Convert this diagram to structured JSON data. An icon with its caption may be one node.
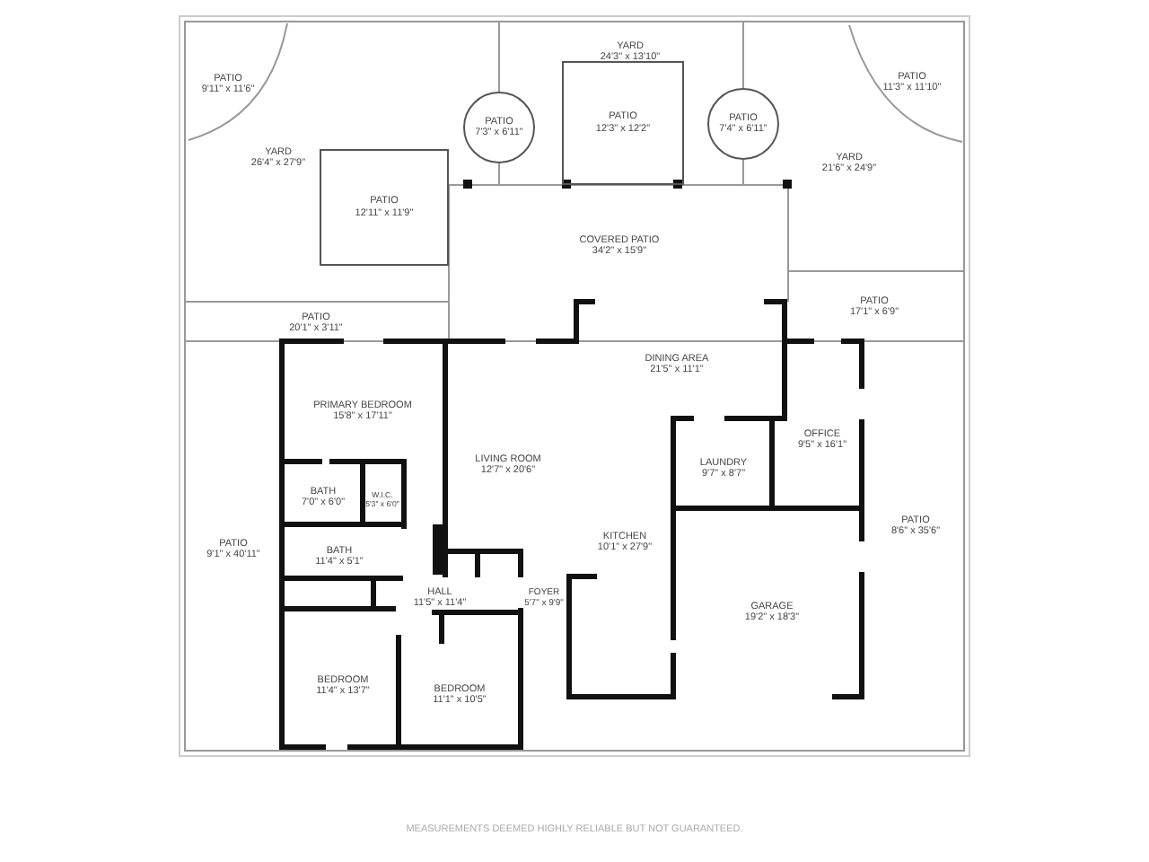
{
  "diagram": {
    "nodes": [
      {
        "text": [
          "YARD",
          "24'3\" x 13'10\""
        ]
      },
      {
        "text": [
          "PATIO",
          "9'11\" x 11'6\""
        ]
      },
      {
        "text": [
          "PATIO",
          "11'3\" x 11'10\""
        ]
      },
      {
        "text": [
          "PATIO",
          "7'3\" x 6'11\""
        ]
      },
      {
        "text": [
          "PATIO",
          "12'3\" x 12'2\""
        ]
      },
      {
        "text": [
          "PATIO",
          "7'4\" x 6'11\""
        ]
      },
      {
        "text": [
          "YARD",
          "26'4\" x 27'9\""
        ]
      },
      {
        "text": [
          "YARD",
          "21'6\" x 24'9\""
        ]
      },
      {
        "text": [
          "PATIO",
          "12'11\" x 11'9\""
        ]
      },
      {
        "text": [
          "COVERED PATIO",
          "34'2\" x 15'9\""
        ]
      },
      {
        "text": [
          "PATIO",
          "20'1\" x 3'11\""
        ]
      },
      {
        "text": [
          "PATIO",
          "17'1\" x 6'9\""
        ]
      },
      {
        "text": [
          "DINING AREA",
          "21'5\" x 11'1\""
        ]
      },
      {
        "text": [
          "PRIMARY BEDROOM",
          "15'8\" x 17'11\""
        ]
      },
      {
        "text": [
          "OFFICE",
          "9'5\" x 16'1\""
        ]
      },
      {
        "text": [
          "LIVING ROOM",
          "12'7\" x 20'6\""
        ]
      },
      {
        "text": [
          "LAUNDRY",
          "9'7\" x 8'7\""
        ]
      },
      {
        "text": [
          "BATH",
          "7'0\" x 6'0\""
        ]
      },
      {
        "text": [
          "W.I.C.",
          "5'3\" x 6'0\""
        ]
      },
      {
        "text": [
          "PATIO",
          "9'1\" x 40'11\""
        ]
      },
      {
        "text": [
          "PATIO",
          "8'6\" x 35'6\""
        ]
      },
      {
        "text": [
          "BATH",
          "11'4\" x 5'1\""
        ]
      },
      {
        "text": [
          "KITCHEN",
          "10'1\" x 27'9\""
        ]
      },
      {
        "text": [
          "HALL",
          "11'5\" x 11'4\""
        ]
      },
      {
        "text": [
          "FOYER",
          "5'7\" x 9'9\""
        ]
      },
      {
        "text": [
          "GARAGE",
          "19'2\" x 18'3\""
        ]
      },
      {
        "text": [
          "BEDROOM",
          "11'4\" x 13'7\""
        ]
      },
      {
        "text": [
          "BEDROOM",
          "11'1\" x 10'5\""
        ]
      }
    ],
    "labels": [
      "MEASUREMENTS DEEMED HIGHLY RELIABLE BUT NOT GUARANTEED."
    ]
  }
}
